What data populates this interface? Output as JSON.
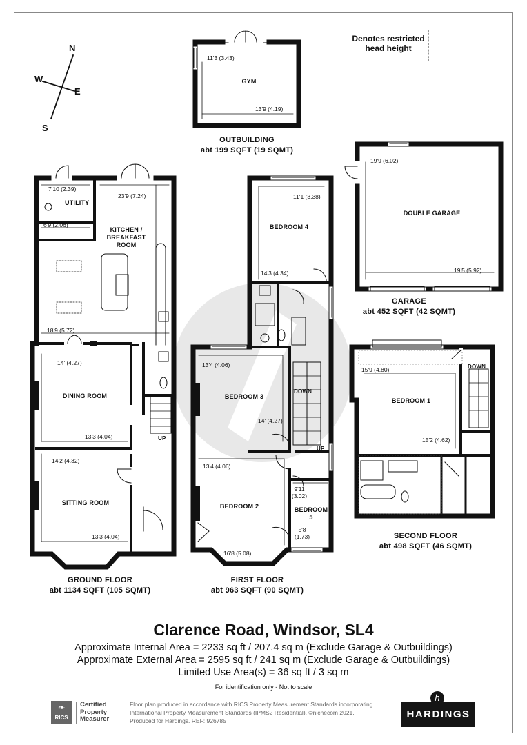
{
  "legend": {
    "restricted_line1": "Denotes restricted",
    "restricted_line2": "head height"
  },
  "compass": {
    "n": "N",
    "e": "E",
    "s": "S",
    "w": "W"
  },
  "outbuilding": {
    "room": "GYM",
    "dim_width": "11'3 (3.43)",
    "dim_length": "13'9 (4.19)",
    "label": "OUTBUILDING",
    "area": "abt 199 SQFT (19 SQMT)"
  },
  "garage": {
    "room": "DOUBLE GARAGE",
    "dim_depth": "19'9 (6.02)",
    "dim_width": "19'5 (5.92)",
    "label": "GARAGE",
    "area": "abt 452 SQFT (42 SQMT)"
  },
  "ground_floor": {
    "label": "GROUND FLOOR",
    "area": "abt 1134 SQFT (105 SQMT)",
    "utility": "UTILITY",
    "utility_dim1": "7'10 (2.39)",
    "utility_dim2": "6'9 (2.06)",
    "kitchen_line1": "KITCHEN /",
    "kitchen_line2": "BREAKFAST",
    "kitchen_line3": "ROOM",
    "kitchen_dim1": "23'9 (7.24)",
    "kitchen_dim2": "18'9 (5.72)",
    "dining": "DINING ROOM",
    "dining_dim1": "14' (4.27)",
    "dining_dim2": "13'3 (4.04)",
    "sitting": "SITTING ROOM",
    "sitting_dim1": "14'2 (4.32)",
    "sitting_dim2": "13'3 (4.04)",
    "up": "UP"
  },
  "first_floor": {
    "label": "FIRST FLOOR",
    "area": "abt 963 SQFT (90 SQMT)",
    "bed4": "BEDROOM 4",
    "bed4_dim1": "11'1 (3.38)",
    "bed4_dim2": "14'3 (4.34)",
    "bed3": "BEDROOM 3",
    "bed3_dim1": "13'4 (4.06)",
    "bed3_dim2": "14' (4.27)",
    "bed2": "BEDROOM 2",
    "bed2_dim1": "13'4 (4.06)",
    "bed2_dim2": "16'8 (5.08)",
    "bed5_line1": "BEDROOM",
    "bed5_line2": "5",
    "bed5_dim1": "9'11",
    "bed5_dim1b": "(3.02)",
    "bed5_dim2": "5'8",
    "bed5_dim2b": "(1.73)",
    "down": "DOWN",
    "up": "UP"
  },
  "second_floor": {
    "label": "SECOND FLOOR",
    "area": "abt 498 SQFT (46 SQMT)",
    "bed1": "BEDROOM 1",
    "bed1_dim1": "15'9 (4.80)",
    "bed1_dim2": "15'2 (4.62)",
    "down": "DOWN"
  },
  "footer": {
    "address": "Clarence Road, Windsor, SL4",
    "internal": "Approximate Internal Area = 2233 sq ft / 207.4 sq m (Exclude Garage & Outbuildings)",
    "external": "Approximate External Area = 2595 sq ft / 241 sq m (Exclude Garage & Outbuildings)",
    "limited": "Limited Use Area(s) = 36 sq ft / 3 sq m",
    "disclaimer": "For identification only - Not to scale",
    "note_line1": "Floor plan produced in accordance with RICS Property Measurement Standards incorporating",
    "note_line2": "International Property Measurement Standards (IPMS2 Residential).  ©nichecom 2021.",
    "note_line3": "Produced for Hardings.    REF:  926785",
    "rics_badge": "RICS",
    "rics_line1": "Certified",
    "rics_line2": "Property",
    "rics_line3": "Measurer",
    "agent": "HARDINGS",
    "agent_mark": "h"
  }
}
